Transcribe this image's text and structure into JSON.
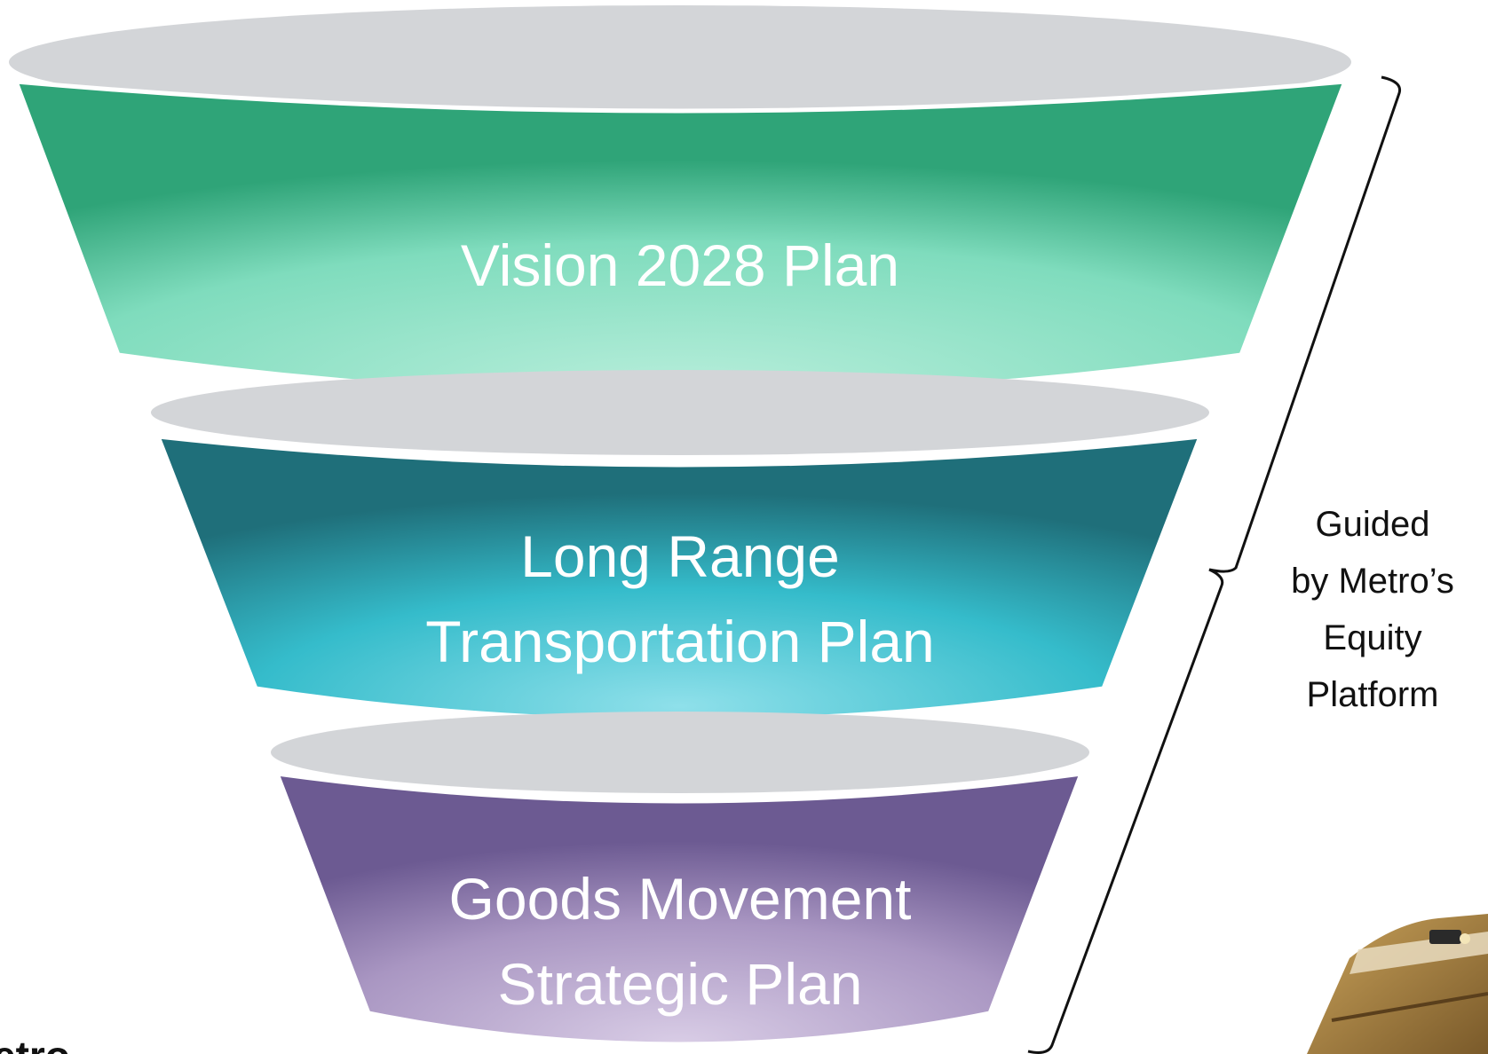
{
  "diagram": {
    "tiers": [
      {
        "lines": [
          "Vision 2028 Plan"
        ]
      },
      {
        "lines": [
          "Long Range",
          "Transportation Plan"
        ]
      },
      {
        "lines": [
          "Goods Movement",
          "Strategic Plan"
        ]
      }
    ],
    "bracket_label": {
      "lines": [
        "Guided",
        "by Metro’s",
        "Equity",
        "Platform"
      ]
    }
  },
  "logo": {
    "text": "etro"
  },
  "colors": {
    "tier_1_edge": "#2fa478",
    "tier_1_center": "#b8eedb",
    "tier_2_edge": "#1f6f7a",
    "tier_2_center": "#8fe0ea",
    "tier_3_edge": "#6c5a92",
    "tier_3_center": "#d9cde6",
    "rim": "#d3d5d8",
    "bracket": "#111111"
  }
}
